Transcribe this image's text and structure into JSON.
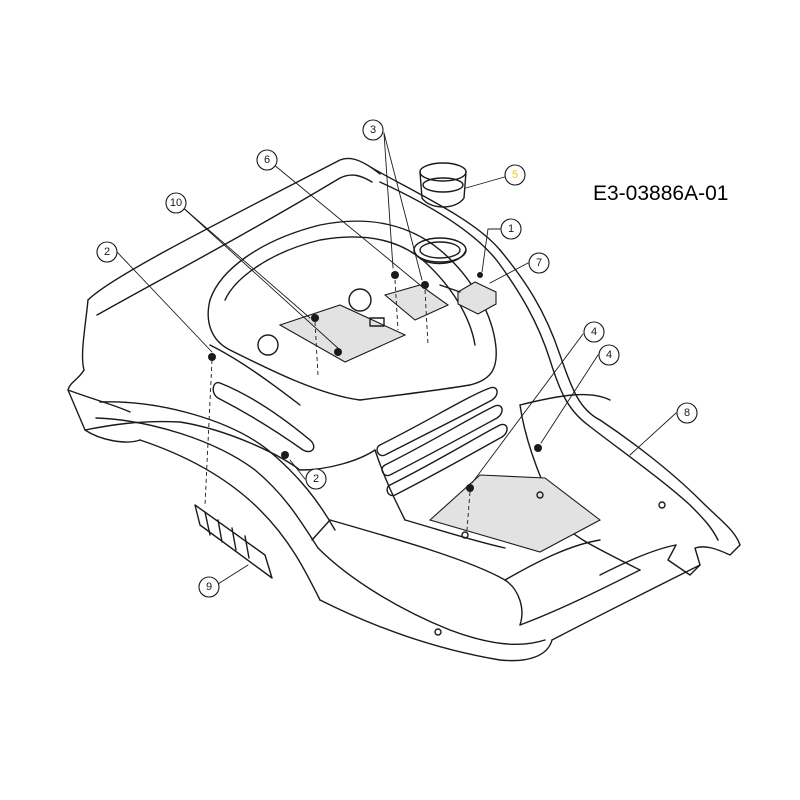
{
  "drawing_number": "E3-03886A-01",
  "highlight_color": "#f0c419",
  "callouts": [
    {
      "id": "callout-1",
      "label": "1"
    },
    {
      "id": "callout-2a",
      "label": "2"
    },
    {
      "id": "callout-2b",
      "label": "2"
    },
    {
      "id": "callout-3",
      "label": "3"
    },
    {
      "id": "callout-4a",
      "label": "4"
    },
    {
      "id": "callout-4b",
      "label": "4"
    },
    {
      "id": "callout-5",
      "label": "5",
      "highlighted": true
    },
    {
      "id": "callout-6",
      "label": "6"
    },
    {
      "id": "callout-7",
      "label": "7"
    },
    {
      "id": "callout-8",
      "label": "8"
    },
    {
      "id": "callout-9",
      "label": "9"
    },
    {
      "id": "callout-10",
      "label": "10"
    }
  ]
}
